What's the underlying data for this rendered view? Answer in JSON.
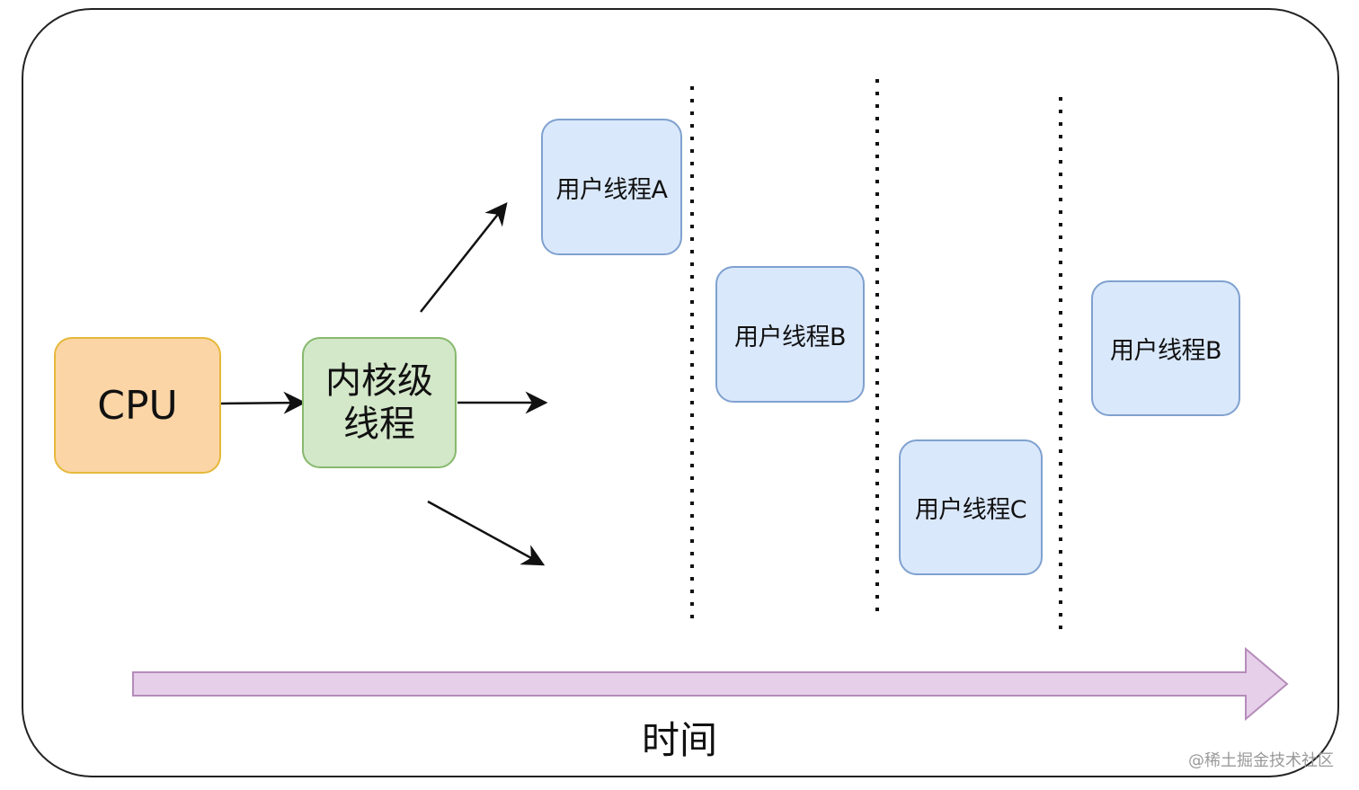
{
  "nodes": {
    "cpu": "CPU",
    "kernel_thread": "内核级线程",
    "thread_a": "用户线程A",
    "thread_b_1": "用户线程B",
    "thread_c": "用户线程C",
    "thread_b_2": "用户线程B"
  },
  "timeline": {
    "label": "时间"
  },
  "watermark": "@稀土掘金技术社区",
  "colors": {
    "cpu_fill": "#fbd5a6",
    "cpu_border": "#e6b83a",
    "kernel_fill": "#d3e7c9",
    "kernel_border": "#87b96d",
    "thread_fill": "#dae8fb",
    "thread_border": "#7fa1cf",
    "time_arrow_fill": "#e6cfe9",
    "time_arrow_border": "#b58cba"
  }
}
